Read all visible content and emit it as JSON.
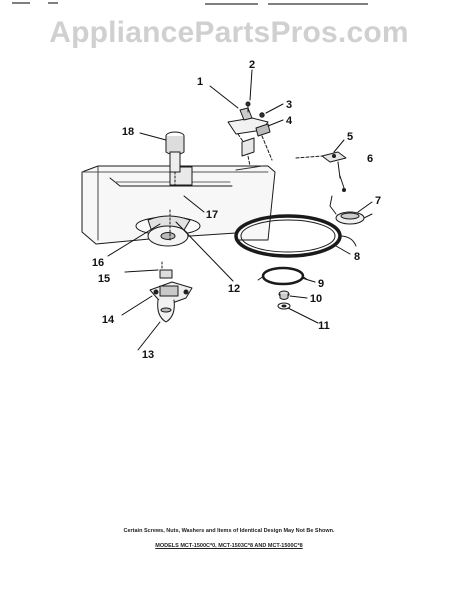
{
  "watermark": "AppliancePartsPros.com",
  "callouts": {
    "c1": "1",
    "c2": "2",
    "c3": "3",
    "c4": "4",
    "c5": "5",
    "c6": "6",
    "c7": "7",
    "c8": "8",
    "c9": "9",
    "c10": "10",
    "c11": "11",
    "c12": "12",
    "c13": "13",
    "c14": "14",
    "c15": "15",
    "c16": "16",
    "c17": "17",
    "c18": "18"
  },
  "footer": {
    "note": "Certain Screws, Nuts, Washers and Items of Identical Design May Not Be Shown.",
    "models": "MODELS MCT-1500C*0, MCT-1503C*8 AND MCT-1500C*8"
  }
}
